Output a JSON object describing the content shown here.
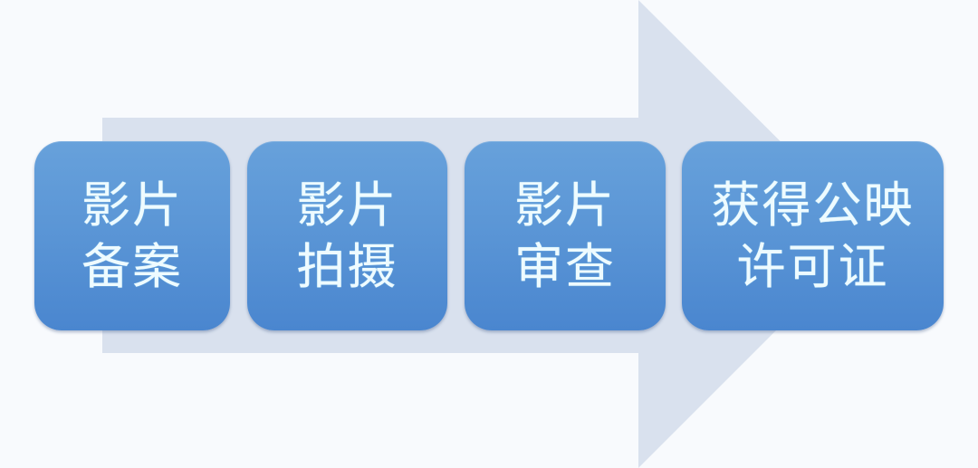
{
  "diagram": {
    "type": "process-flow",
    "direction": "left-to-right",
    "arrow": {
      "color": "#d9e1ee",
      "background": "#f8fafd"
    },
    "step_color_top": "#67a1db",
    "step_color_bottom": "#4a86cf",
    "text_color": "#eefbff",
    "steps": [
      {
        "line1": "影片",
        "line2": "备案"
      },
      {
        "line1": "影片",
        "line2": "拍摄"
      },
      {
        "line1": "影片",
        "line2": "审查"
      },
      {
        "line1": "获得公映",
        "line2": "许可证"
      }
    ]
  }
}
